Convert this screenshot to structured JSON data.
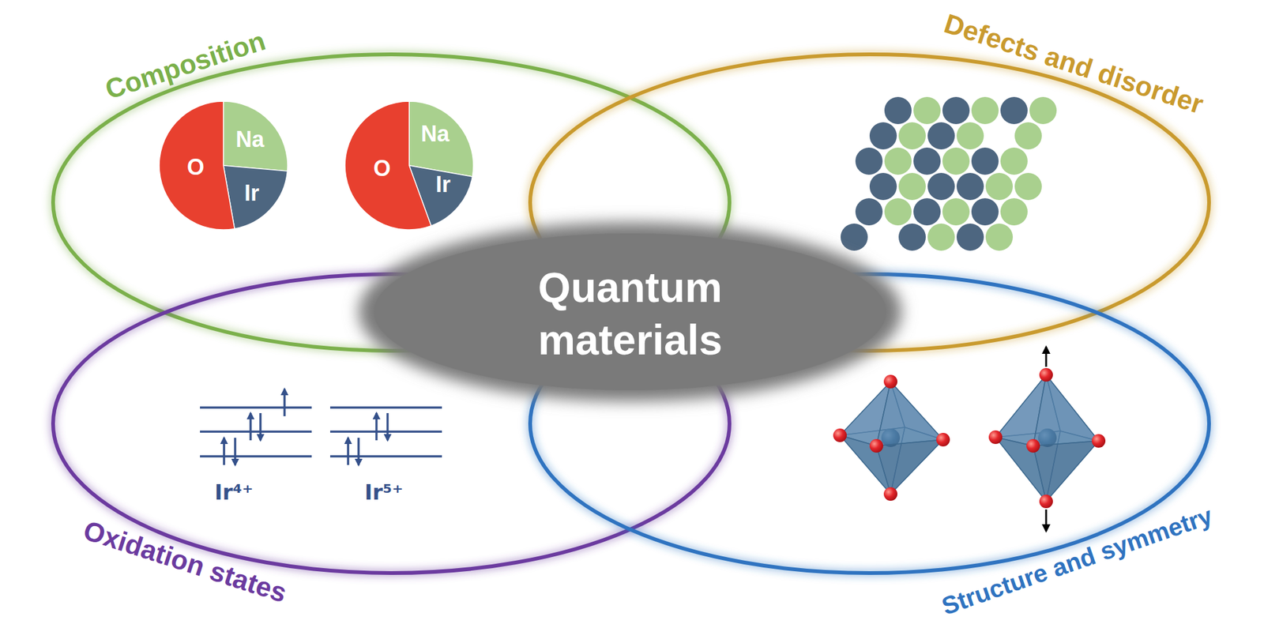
{
  "diagram": {
    "nodes": [
      {
        "text": [
          "Composition"
        ]
      },
      {
        "text": [
          "Defects and disorder"
        ]
      },
      {
        "text": [
          "Quantum materials"
        ]
      },
      {
        "text": [
          "Oxidation states"
        ]
      },
      {
        "text": [
          "Structure and symmetry"
        ]
      }
    ],
    "labels": [
      "O",
      "Na",
      "Ir",
      "O",
      "Na",
      "Ir",
      "Ir⁴⁺",
      "Ir⁵⁺"
    ]
  }
}
